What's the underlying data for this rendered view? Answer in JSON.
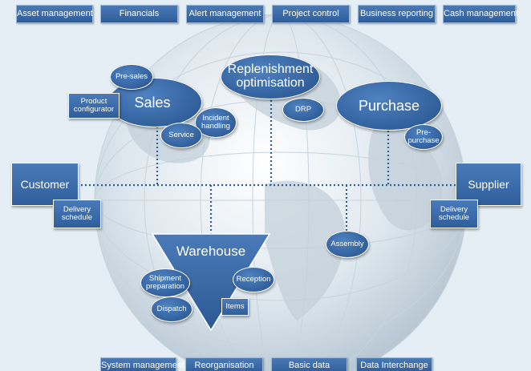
{
  "top_tabs": [
    "Asset management",
    "Financials",
    "Alert management",
    "Project control",
    "Business reporting",
    "Cash management"
  ],
  "bottom_tabs": [
    "System management",
    "Reorganisation",
    "Basic data",
    "Data Interchange"
  ],
  "nodes": {
    "sales": "Sales",
    "pre_sales": "Pre-sales",
    "product_configurator": "Product configurator",
    "incident_handling": "Incident handling",
    "service": "Service",
    "replenishment": "Replenishment optimisation",
    "drp": "DRP",
    "purchase": "Purchase",
    "pre_purchase": "Pre-purchase",
    "customer": "Customer",
    "supplier": "Supplier",
    "customer_delivery_schedule": "Delivery schedule",
    "supplier_delivery_schedule": "Delivery schedule",
    "warehouse": "Warehouse",
    "shipment_preparation": "Shipment preparation",
    "reception": "Reception",
    "dispatch": "Dispatch",
    "items": "Items",
    "assembly": "Assembly"
  },
  "colors": {
    "node_fill": "#2f5e9b",
    "connector": "#2f5e9b",
    "background": "#e4eef4"
  }
}
